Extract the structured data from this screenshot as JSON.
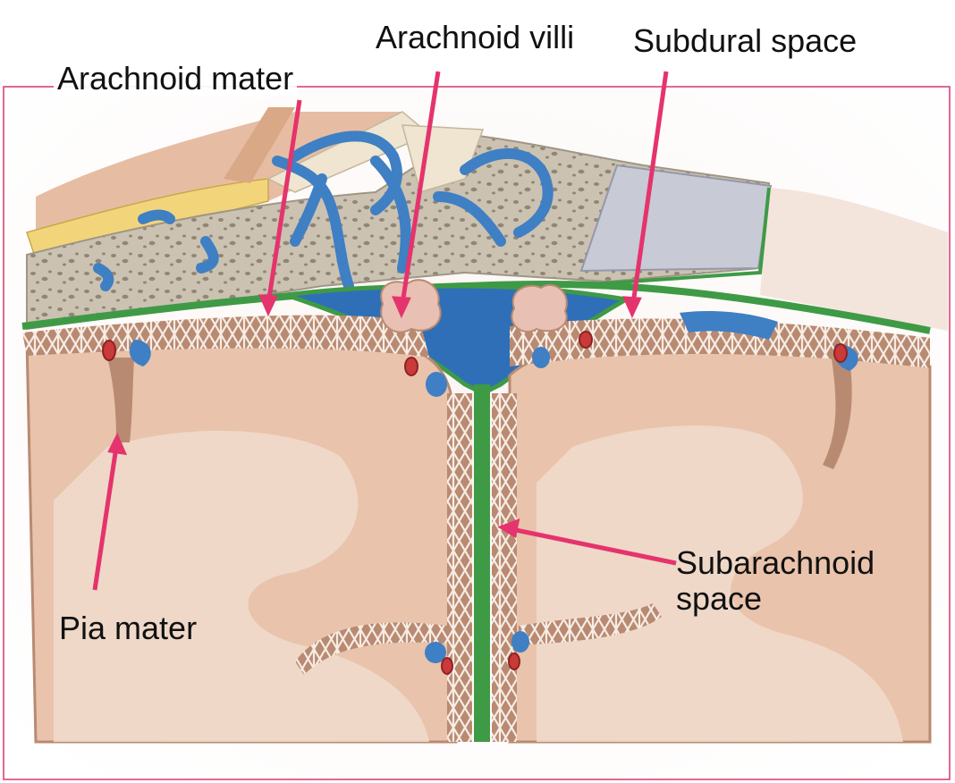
{
  "labels": {
    "arachnoid_mater": "Arachnoid mater",
    "arachnoid_villi": "Arachnoid villi",
    "subdural_space": "Subdural space",
    "pia_mater": "Pia mater",
    "subarachnoid_space_line1": "Subarachnoid",
    "subarachnoid_space_line2": "space"
  },
  "colors": {
    "frame": "#d9376e",
    "pointer": "#e5336d",
    "skin": "#e6bda3",
    "skull": "#c9c0ae",
    "vein": "#3f7fc4",
    "dura_sinus": "#2f6fb8",
    "green_membrane": "#3f9a46",
    "brain": "#e9c3ab",
    "white_matter": "#f0dccd",
    "artery": "#c93a3a",
    "villi": "#e8c0b4"
  }
}
